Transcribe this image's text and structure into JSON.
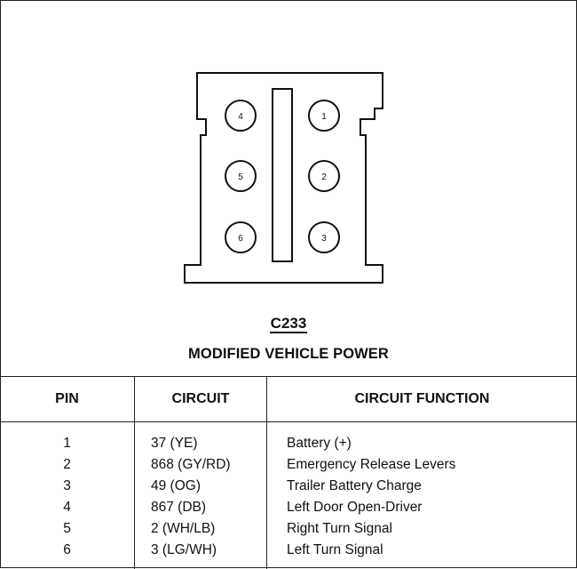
{
  "connector": {
    "id": "C233",
    "name": "MODIFIED VEHICLE POWER",
    "pins_left_column": [
      "4",
      "5",
      "6"
    ],
    "pins_right_column": [
      "1",
      "2",
      "3"
    ]
  },
  "table": {
    "headers": {
      "pin": "PIN",
      "circuit": "CIRCUIT",
      "function": "CIRCUIT FUNCTION"
    },
    "rows": [
      {
        "pin": "1",
        "circuit": "37 (YE)",
        "function": "Battery (+)"
      },
      {
        "pin": "2",
        "circuit": "868 (GY/RD)",
        "function": "Emergency Release Levers"
      },
      {
        "pin": "3",
        "circuit": "49 (OG)",
        "function": "Trailer Battery Charge"
      },
      {
        "pin": "4",
        "circuit": "867 (DB)",
        "function": "Left Door Open-Driver"
      },
      {
        "pin": "5",
        "circuit": "2 (WH/LB)",
        "function": "Right Turn Signal"
      },
      {
        "pin": "6",
        "circuit": "3 (LG/WH)",
        "function": "Left Turn Signal"
      }
    ]
  }
}
